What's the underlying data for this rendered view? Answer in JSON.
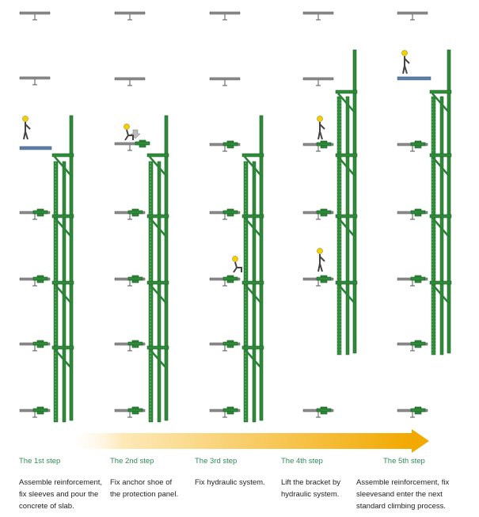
{
  "colors": {
    "frame": "#2f8a3a",
    "frame_dark": "#1c5e26",
    "slab": "#8d8d8d",
    "slab_new": "#5b7fa6",
    "arrow_start": "#fff8e6",
    "arrow_end": "#f0a800",
    "step_title": "#2e8b57"
  },
  "steps": [
    {
      "title": "The 1st step",
      "lines": [
        "Assemble reinforcement,",
        "fix sleeves and pour the",
        "concrete of slab."
      ]
    },
    {
      "title": "The 2nd step",
      "lines": [
        "Fix anchor shoe of",
        "the protection panel."
      ]
    },
    {
      "title": "The 3rd step",
      "lines": [
        "Fix hydraulic system."
      ]
    },
    {
      "title": "The 4th step",
      "lines": [
        "Lift the bracket by",
        "hydraulic system."
      ]
    },
    {
      "title": "The 5th step",
      "lines": [
        "Assemble reinforcement, fix",
        "sleevesand enter the next",
        "standard climbing process."
      ]
    }
  ]
}
